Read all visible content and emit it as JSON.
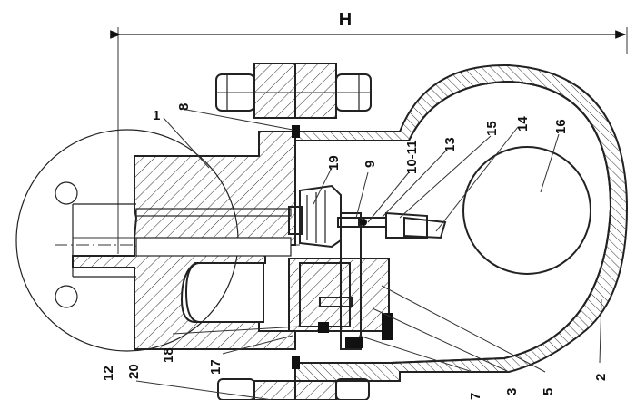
{
  "dimension": {
    "label": "H"
  },
  "callouts": [
    {
      "id": "c1",
      "text": "1"
    },
    {
      "id": "c8",
      "text": "8"
    },
    {
      "id": "c19",
      "text": "19"
    },
    {
      "id": "c9",
      "text": "9"
    },
    {
      "id": "c10-11",
      "text": "10-11"
    },
    {
      "id": "c13",
      "text": "13"
    },
    {
      "id": "c15",
      "text": "15"
    },
    {
      "id": "c14",
      "text": "14"
    },
    {
      "id": "c16",
      "text": "16"
    },
    {
      "id": "c2",
      "text": "2"
    },
    {
      "id": "c5",
      "text": "5"
    },
    {
      "id": "c3",
      "text": "3"
    },
    {
      "id": "c7",
      "text": "7"
    },
    {
      "id": "c18",
      "text": "18"
    },
    {
      "id": "c17",
      "text": "17"
    },
    {
      "id": "c20",
      "text": "20"
    },
    {
      "id": "c12",
      "text": "12"
    }
  ]
}
